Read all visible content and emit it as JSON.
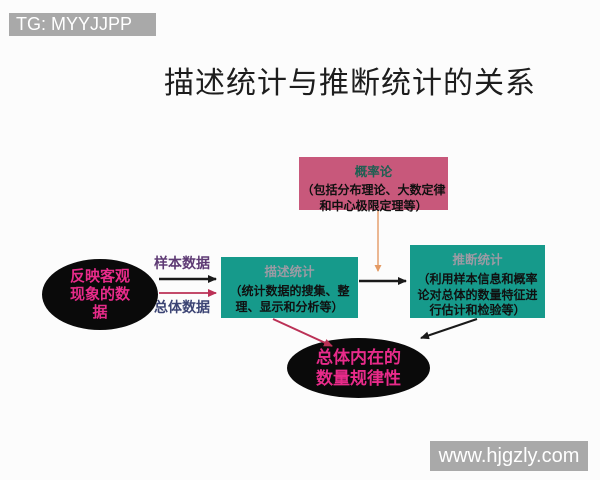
{
  "slide": {
    "background": "#fcfcfc"
  },
  "top_watermark": {
    "text": "TG: MYYJJPP",
    "bg": "#a9a9a9",
    "fg": "#ffffff"
  },
  "title": {
    "text": "描述统计与推断统计的关系",
    "color": "#1d1d1d"
  },
  "probability_box": {
    "title": "概率论",
    "body": "（包括分布理论、大数定律\n和中心极限定理等）",
    "bg": "#c8587b",
    "title_color": "#1f5f52",
    "body_color": "#101010"
  },
  "source_ellipse": {
    "text": "反映客观\n现象的数\n据",
    "bg": "#0a0a0a",
    "fg": "#e82b8a"
  },
  "edge_labels": {
    "sample": "样本数据",
    "sample_color": "#5e3a74",
    "population": "总体数据",
    "population_color": "#3c4474"
  },
  "descriptive_box": {
    "title": "描述统计",
    "body": "（统计数据的搜集、整\n理、显示和分析等）",
    "bg": "#169a8b",
    "title_color": "#9b9ba4",
    "body_color": "#101010"
  },
  "inferential_box": {
    "title": "推断统计",
    "body": "（利用样本信息和概率\n论对总体的数量特征进\n行估计和检验等）",
    "bg": "#169a8b",
    "title_color": "#9b9ba4",
    "body_color": "#101010"
  },
  "result_ellipse": {
    "text": "总体内在的\n数量规律性",
    "bg": "#0a0a0a",
    "fg": "#e82b8a"
  },
  "bottom_watermark": {
    "text": "www.hjgzly.com",
    "bg": "#a9a9a9",
    "fg": "#ffffff"
  },
  "arrows": {
    "black": "#1a1a1a",
    "red": "#bb3156",
    "orange": "#e49a64"
  }
}
